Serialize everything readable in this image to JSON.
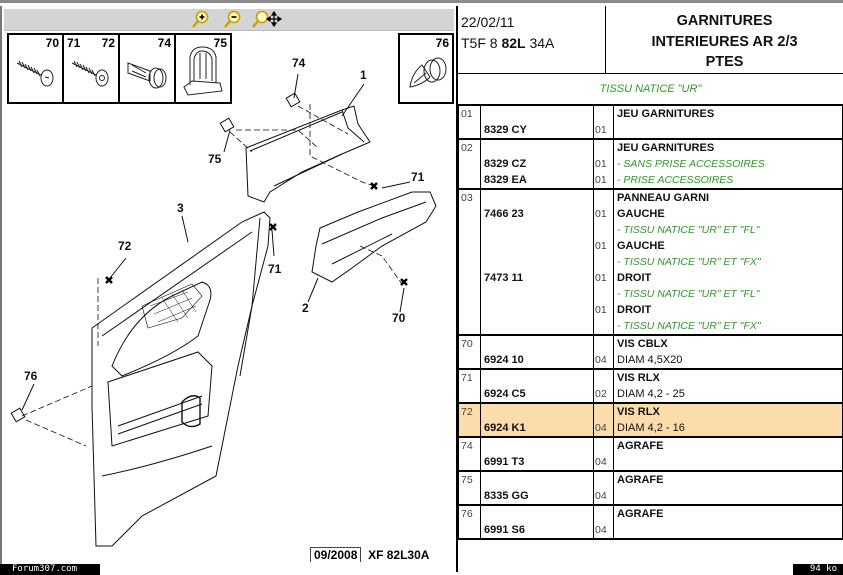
{
  "toolbar": {
    "zoom_in_icon": "zoom-in-icon",
    "zoom_out_icon": "zoom-out-icon",
    "zoom_pan_icon": "zoom-pan-icon"
  },
  "part_boxes": [
    {
      "numbers": [
        "70"
      ]
    },
    {
      "numbers": [
        "71",
        "72"
      ]
    },
    {
      "numbers": [
        "74"
      ]
    },
    {
      "numbers": [
        "75"
      ]
    },
    {
      "numbers": [
        "76"
      ]
    }
  ],
  "callouts": {
    "c74": "74",
    "c1": "1",
    "c75": "75",
    "c71a": "71",
    "c3": "3",
    "c72": "72",
    "c71b": "71",
    "c2": "2",
    "c70": "70",
    "c76": "76"
  },
  "footer": {
    "date": "09/2008",
    "ref": "XF 82L30A",
    "watermark": "Forum307.com",
    "file_size": "94 ko"
  },
  "header": {
    "date": "22/02/11",
    "code_prefix": "T5F 8 ",
    "code_bold": "82L",
    "code_suffix": " 34A",
    "title_lines": [
      "GARNITURES",
      "INTERIEURES AR 2/3",
      "PTES"
    ],
    "subtitle": "TISSU NATICE \"UR\""
  },
  "rows": [
    {
      "ref": "01",
      "lines": [
        {
          "pn": "",
          "qty": "",
          "desc": "JEU GARNITURES",
          "style": "b"
        },
        {
          "pn": "8329 CY",
          "qty": "01",
          "desc": "",
          "style": ""
        }
      ]
    },
    {
      "ref": "02",
      "lines": [
        {
          "pn": "",
          "qty": "",
          "desc": "JEU GARNITURES",
          "style": "b"
        },
        {
          "pn": "8329 CZ",
          "qty": "01",
          "desc": "- SANS PRISE ACCESSOIRES",
          "style": "g"
        },
        {
          "pn": "8329 EA",
          "qty": "01",
          "desc": "- PRISE ACCESSOIRES",
          "style": "g"
        }
      ]
    },
    {
      "ref": "03",
      "lines": [
        {
          "pn": "",
          "qty": "",
          "desc": "PANNEAU GARNI",
          "style": "b"
        },
        {
          "pn": "7466 23",
          "qty": "01",
          "desc": "GAUCHE",
          "style": "b"
        },
        {
          "pn": "",
          "qty": "",
          "desc": "- TISSU NATICE \"UR\" ET \"FL\"",
          "style": "g"
        },
        {
          "pn": "",
          "qty": "01",
          "desc": "GAUCHE",
          "style": "b"
        },
        {
          "pn": "",
          "qty": "",
          "desc": "- TISSU NATICE \"UR\" ET \"FX\"",
          "style": "g"
        },
        {
          "pn": "7473 11",
          "qty": "01",
          "desc": "DROIT",
          "style": "b"
        },
        {
          "pn": "",
          "qty": "",
          "desc": "- TISSU NATICE \"UR\" ET \"FL\"",
          "style": "g"
        },
        {
          "pn": "",
          "qty": "01",
          "desc": "DROIT",
          "style": "b"
        },
        {
          "pn": "",
          "qty": "",
          "desc": "- TISSU NATICE \"UR\" ET \"FX\"",
          "style": "g"
        }
      ]
    },
    {
      "ref": "70",
      "lines": [
        {
          "pn": "",
          "qty": "",
          "desc": "VIS CBLX",
          "style": "b"
        },
        {
          "pn": "6924 10",
          "qty": "04",
          "desc": "DIAM 4,5X20",
          "style": ""
        }
      ]
    },
    {
      "ref": "71",
      "lines": [
        {
          "pn": "",
          "qty": "",
          "desc": "VIS RLX",
          "style": "b"
        },
        {
          "pn": "6924 C5",
          "qty": "02",
          "desc": "DIAM 4,2 - 25",
          "style": ""
        }
      ]
    },
    {
      "ref": "72",
      "highlight": true,
      "lines": [
        {
          "pn": "",
          "qty": "",
          "desc": "VIS RLX",
          "style": "b"
        },
        {
          "pn": "6924 K1",
          "qty": "04",
          "desc": "DIAM 4,2 - 16",
          "style": ""
        }
      ]
    },
    {
      "ref": "74",
      "lines": [
        {
          "pn": "",
          "qty": "",
          "desc": "AGRAFE",
          "style": "b"
        },
        {
          "pn": "6991 T3",
          "qty": "04",
          "desc": "",
          "style": ""
        }
      ]
    },
    {
      "ref": "75",
      "lines": [
        {
          "pn": "",
          "qty": "",
          "desc": "AGRAFE",
          "style": "b"
        },
        {
          "pn": "8335 GG",
          "qty": "04",
          "desc": "",
          "style": ""
        }
      ]
    },
    {
      "ref": "76",
      "lines": [
        {
          "pn": "",
          "qty": "",
          "desc": "AGRAFE",
          "style": "b"
        },
        {
          "pn": "6991 S6",
          "qty": "04",
          "desc": "",
          "style": ""
        }
      ]
    }
  ],
  "colors": {
    "highlight": "#fbdcaa",
    "green_text": "#2a9d2a",
    "toolbar": "#d4d4d4"
  }
}
